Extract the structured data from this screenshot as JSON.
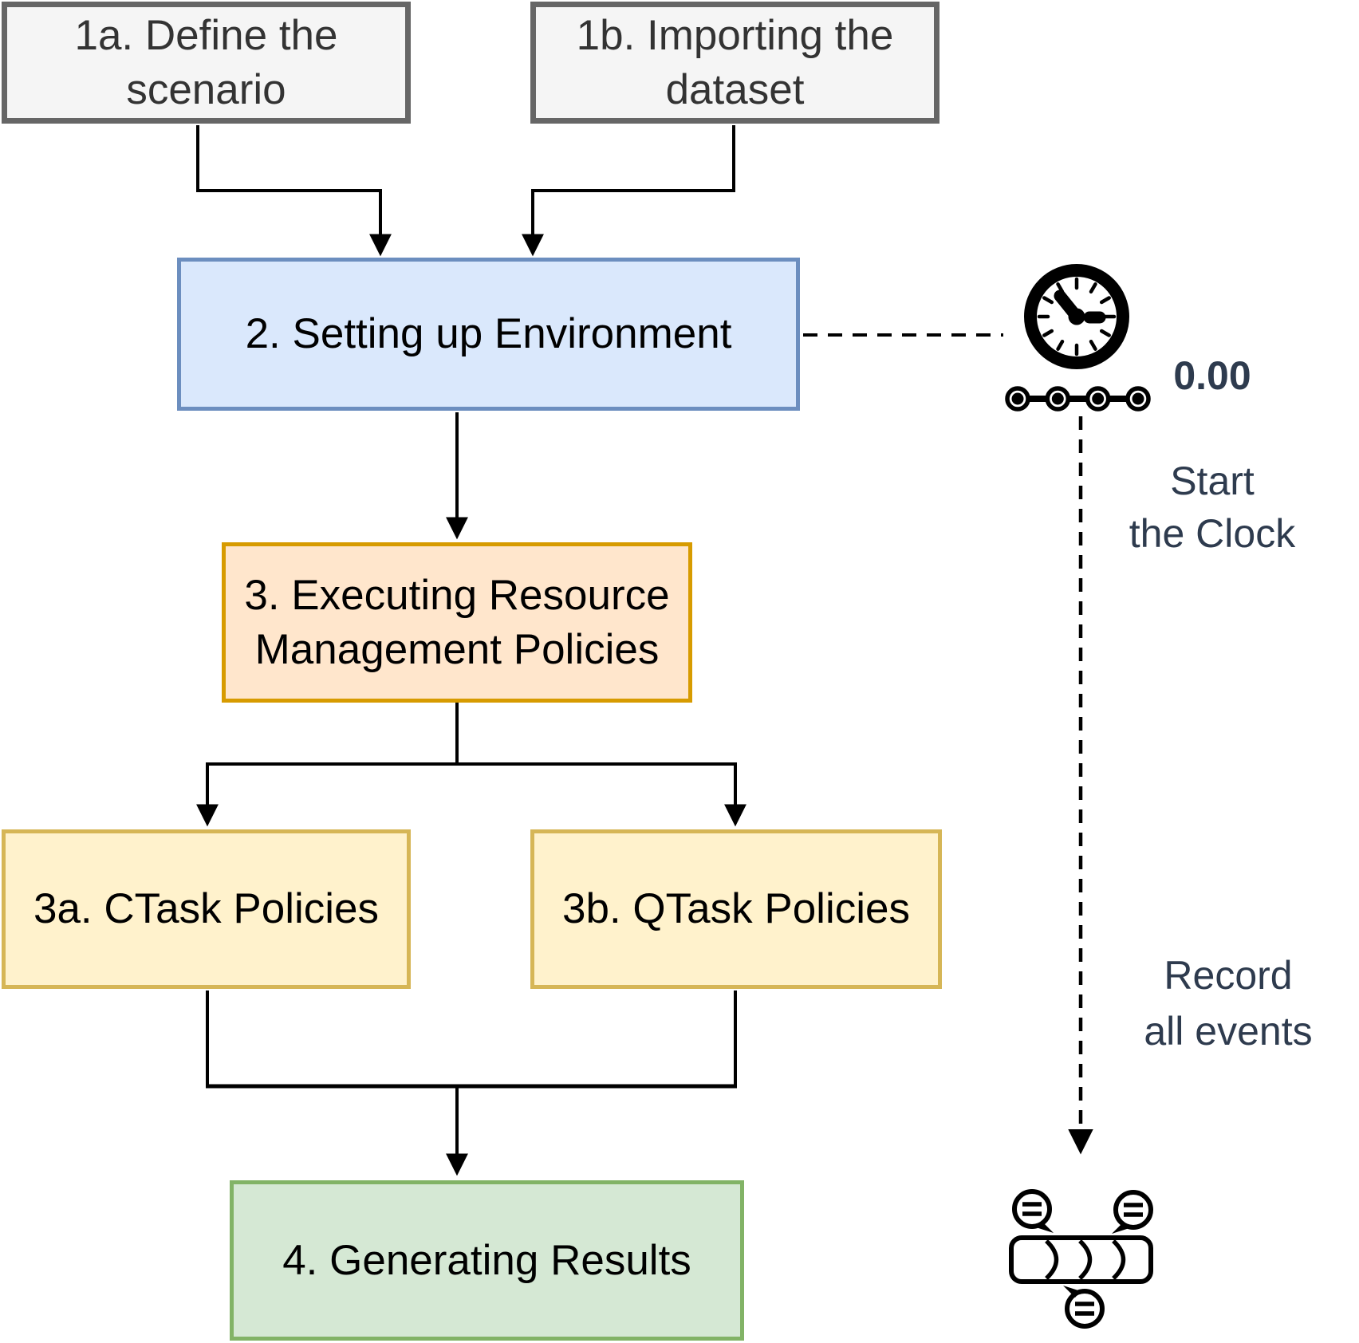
{
  "diagram": {
    "boxes": [
      {
        "id": "1a",
        "label": "1a. Define the\nscenario",
        "fill": "#f5f5f5",
        "border": "#666666"
      },
      {
        "id": "1b",
        "label": "1b. Importing the\ndataset",
        "fill": "#f5f5f5",
        "border": "#666666"
      },
      {
        "id": "2",
        "label": "2. Setting up Environment",
        "fill": "#dae8fc",
        "border": "#6c8ebf"
      },
      {
        "id": "3",
        "label": "3. Executing Resource\nManagement Policies",
        "fill": "#ffe6cc",
        "border": "#d79b00"
      },
      {
        "id": "3a",
        "label": "3a. CTask Policies",
        "fill": "#fff2cc",
        "border": "#d6b656"
      },
      {
        "id": "3b",
        "label": "3b. QTask Policies",
        "fill": "#fff2cc",
        "border": "#d6b656"
      },
      {
        "id": "4",
        "label": "4. Generating Results",
        "fill": "#d5e8d4",
        "border": "#82b366"
      }
    ],
    "clock_annotation": {
      "value": "0.00",
      "caption": "Start\nthe Clock"
    },
    "record_annotation": {
      "caption": "Record\nall events"
    },
    "annotation_color": "#2e3b4e",
    "icons": [
      {
        "name": "stopwatch-timeline-icon"
      },
      {
        "name": "event-stream-icon"
      }
    ]
  }
}
